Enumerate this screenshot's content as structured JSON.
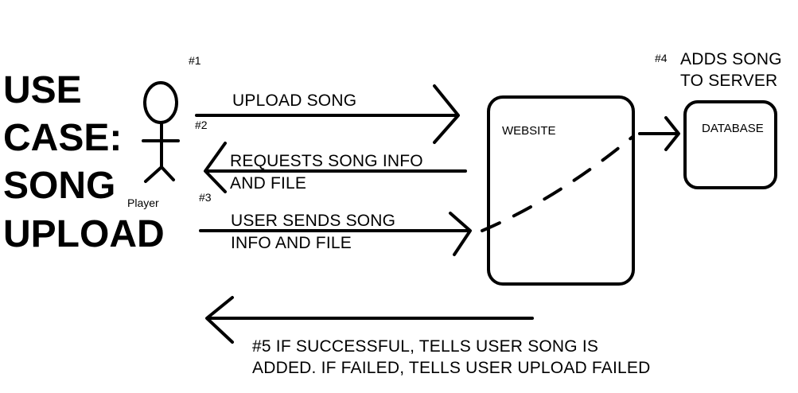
{
  "title": {
    "lines": [
      "USE",
      "CASE:",
      "SONG",
      "UPLOAD"
    ]
  },
  "actor": {
    "label": "Player"
  },
  "steps": {
    "s1": "#1",
    "s2": "#2",
    "s3": "#3",
    "s4": "#4"
  },
  "messages": {
    "upload_song": "UPLOAD SONG",
    "request_line1": "REQUESTS SONG INFO",
    "request_line2": "AND FILE",
    "send_line1": "USER SENDS SONG",
    "send_line2": "INFO AND FILE",
    "adds_line1": "ADDS SONG",
    "adds_line2": "TO SERVER",
    "result_line1": "#5 IF SUCCESSFUL, TELLS USER SONG IS",
    "result_line2": "ADDED. IF FAILED, TELLS USER UPLOAD FAILED"
  },
  "boxes": {
    "website": "WEBSITE",
    "database": "DATABASE"
  },
  "colors": {
    "ink": "#000000",
    "background": "#ffffff"
  }
}
